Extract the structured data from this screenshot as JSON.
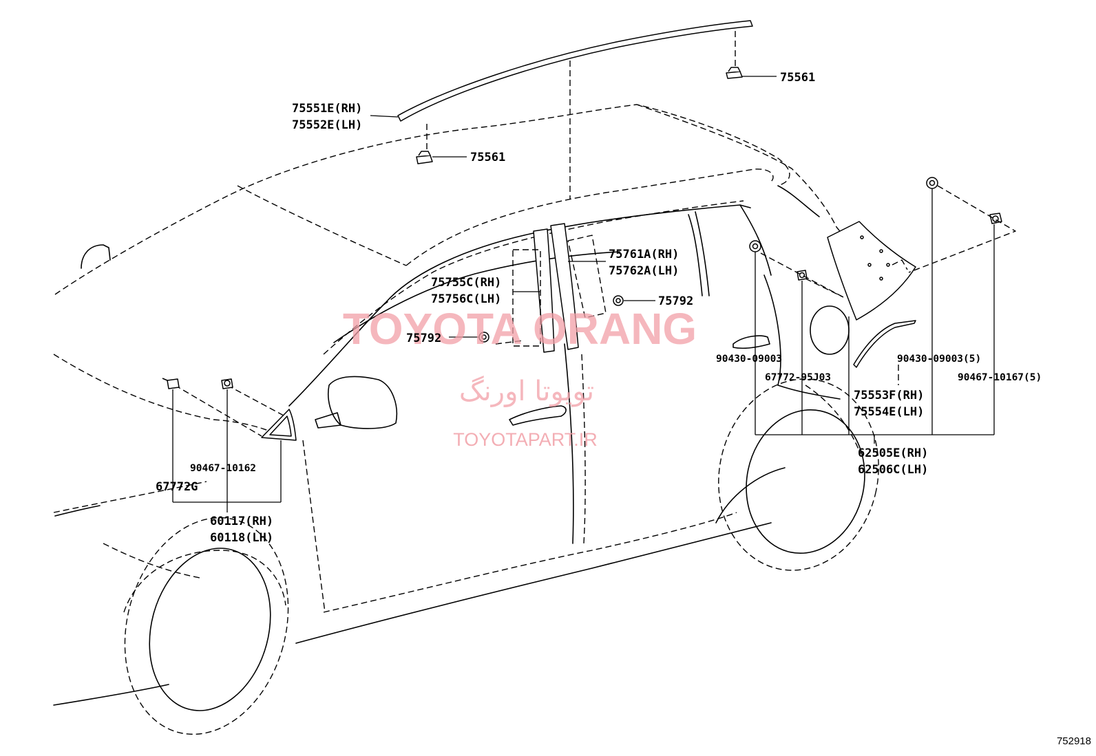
{
  "labels": {
    "roof_molding_rh": "75551E(RH)",
    "roof_molding_lh": "75552E(LH)",
    "clip_75561_top": "75561",
    "clip_75561_mid": "75561",
    "b_pillar_tape_rh": "75761A(RH)",
    "b_pillar_tape_lh": "75762A(LH)",
    "front_pillar_tape_rh": "75755C(RH)",
    "front_pillar_tape_lh": "75756C(LH)",
    "clip_75792_right": "75792",
    "clip_75792_left": "75792",
    "screw_90430_left": "90430-09003",
    "screw_67772_95j03": "67772-95J03",
    "screw_90430_right": "90430-09003(5)",
    "clip_90467_10167": "90467-10167(5)",
    "quarter_tape_rh": "75553F(RH)",
    "quarter_tape_lh": "75554E(LH)",
    "spoiler_rh": "62505E(RH)",
    "spoiler_lh": "62506C(LH)",
    "clip_90467_10162": "90467-10162",
    "pad_67772g": "67772G",
    "corner_cover_rh": "60117(RH)",
    "corner_cover_lh": "60118(LH)"
  },
  "watermark": {
    "brand": "TOYOTA ORANG",
    "brand_fa": "تویوتا اورنگ",
    "url": "TOYOTAPART.IR",
    "color": "#f2a0a8"
  },
  "figure_code": "752918"
}
